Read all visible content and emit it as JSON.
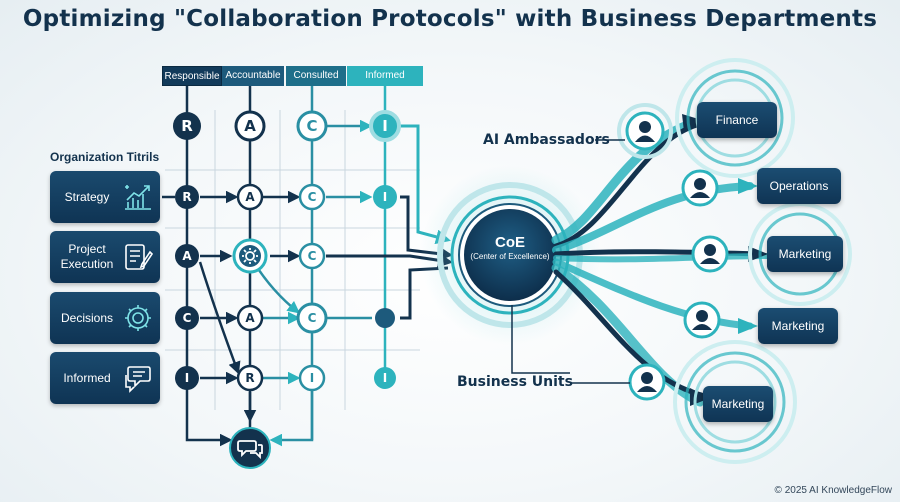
{
  "title": "Optimizing \"Collaboration Protocols\" with Business Departments",
  "raci_legend": [
    "Responsible",
    "Accountable",
    "Consulted",
    "Informed"
  ],
  "raci_header_letters": [
    "R",
    "A",
    "C",
    "I"
  ],
  "org_heading": "Organization Titrils",
  "org_rows": [
    {
      "label": "Strategy",
      "icon": "chart-growth-icon",
      "cells": [
        "R",
        "A",
        "C",
        "I"
      ]
    },
    {
      "label": "Project Execution",
      "icon": "checklist-icon",
      "cells": [
        "A",
        "",
        "C",
        ""
      ]
    },
    {
      "label": "Decisions",
      "icon": "gear-icon",
      "cells": [
        "C",
        "A",
        "C",
        ""
      ]
    },
    {
      "label": "Informed",
      "icon": "chat-bubble-icon",
      "cells": [
        "I",
        "R",
        "I",
        "I"
      ]
    }
  ],
  "coe": {
    "title": "CoE",
    "subtitle": "(Center of Excellence)"
  },
  "ambassadors_label": "AI Ambassadors",
  "business_units_label": "Business Units",
  "departments": [
    "Finance",
    "Operations",
    "Marketing",
    "Marketing",
    "Marketing"
  ],
  "footer": "© 2025 AI KnowledgeFlow",
  "colors": {
    "navy": "#10304a",
    "teal": "#2db3bd",
    "blue": "#1d5a7c"
  }
}
